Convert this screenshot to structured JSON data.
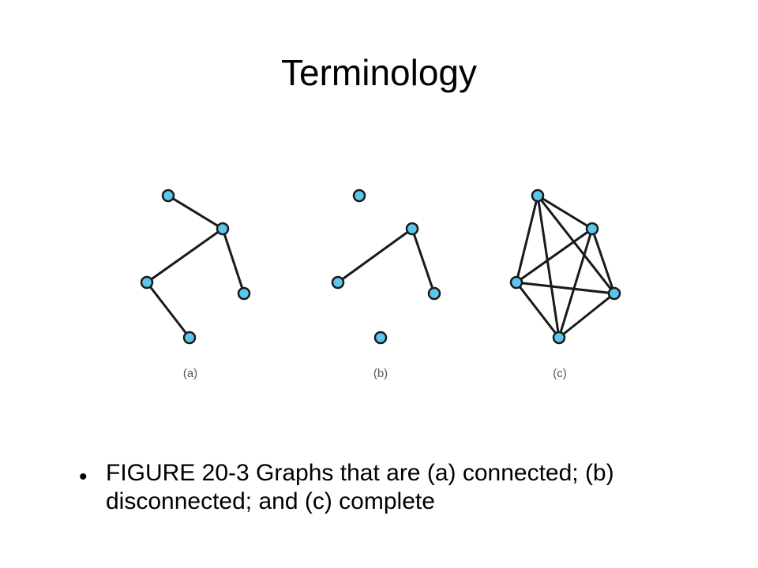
{
  "slide": {
    "title": "Terminology"
  },
  "figure": {
    "panels": [
      {
        "label": "(a)"
      },
      {
        "label": "(b)"
      },
      {
        "label": "(c)"
      }
    ],
    "colors": {
      "node_fill": "#5bc7ec",
      "stroke": "#1a1a1a"
    }
  },
  "caption": {
    "bullet": "•",
    "text": "FIGURE 20-3 Graphs that are (a) connected; (b) disconnected; and (c) complete"
  }
}
